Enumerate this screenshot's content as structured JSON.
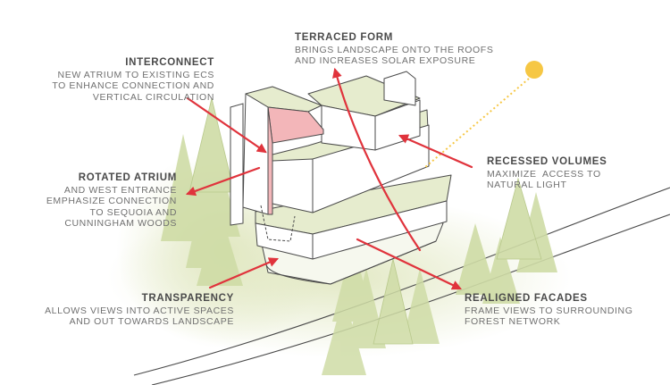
{
  "annotations": [
    {
      "id": "interconnect",
      "title": "INTERCONNECT",
      "body": "NEW ATRIUM TO EXISTING ECS\nTO ENHANCE CONNECTION AND\nVERTICAL CIRCULATION"
    },
    {
      "id": "terraced",
      "title": "TERRACED FORM",
      "body": "BRINGS LANDSCAPE ONTO THE ROOFS\nAND INCREASES SOLAR EXPOSURE"
    },
    {
      "id": "recessed",
      "title": "RECESSED VOLUMES",
      "body": "MAXIMIZE  ACCESS TO\nNATURAL LIGHT"
    },
    {
      "id": "rotated",
      "title": "ROTATED ATRIUM",
      "body": "AND WEST ENTRANCE\nEMPHASIZE CONNECTION\nTO SEQUOIA AND\nCUNNINGHAM WOODS"
    },
    {
      "id": "transparency",
      "title": "TRANSPARENCY",
      "body": "ALLOWS VIEWS INTO ACTIVE SPACES\nAND OUT TOWARDS LANDSCAPE"
    },
    {
      "id": "realigned",
      "title": "REALIGNED FACADES",
      "body": "FRAME VIEWS TO SURROUNDING\nFOREST NETWORK"
    }
  ],
  "colors": {
    "arrow": "#e0333c",
    "roof_green": "#e6ecce",
    "tree_green": "#cfdca6",
    "atrium_pink": "#f3b6b9",
    "sun": "#f6c744",
    "line": "#4a4a4a"
  }
}
